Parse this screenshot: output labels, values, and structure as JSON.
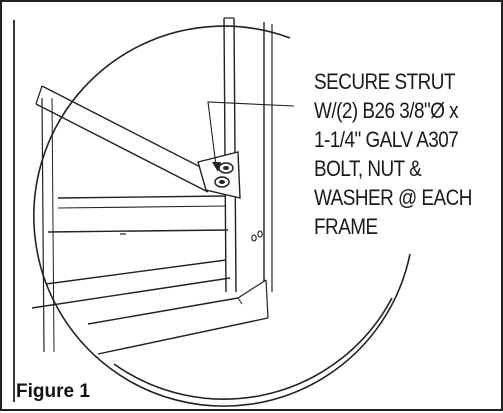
{
  "callout": {
    "lines": [
      "SECURE STRUT",
      "W/(2) B26 3/8\"Ø x",
      "1-1/4\" GALV A307",
      "BOLT, NUT &",
      "WASHER @ EACH",
      "FRAME"
    ]
  },
  "figure_label": "Figure 1",
  "colors": {
    "line": "#222222",
    "background": "#ffffff"
  }
}
